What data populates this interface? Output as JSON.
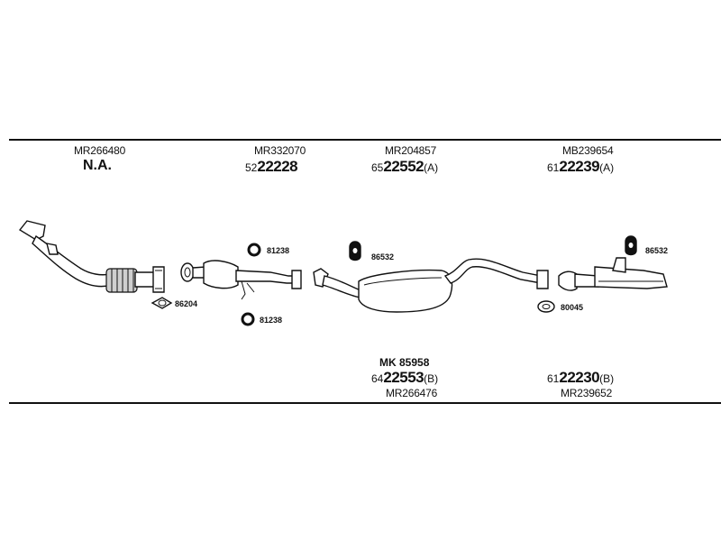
{
  "columns": [
    {
      "oe": "MR266480",
      "label": "N.A.",
      "prefix": "",
      "bold": "",
      "suffix": ""
    },
    {
      "oe": "MR332070",
      "label": "",
      "prefix": "52",
      "bold": "22228",
      "suffix": ""
    },
    {
      "oe": "MR204857",
      "label": "",
      "prefix": "65",
      "bold": "22552",
      "suffix": "(A)"
    },
    {
      "oe": "MB239654",
      "label": "",
      "prefix": "61",
      "bold": "22239",
      "suffix": "(A)"
    }
  ],
  "bottom": [
    {
      "mk": "MK 85958",
      "prefix": "64",
      "bold": "22553",
      "suffix": "(B)",
      "oe": "MR266476"
    },
    {
      "mk": "",
      "prefix": "61",
      "bold": "22230",
      "suffix": "(B)",
      "oe": "MR239652"
    }
  ],
  "refs": {
    "r1": "86204",
    "r2": "81238",
    "r3": "81238",
    "r4": "86532",
    "r5": "80045",
    "r6": "86532"
  }
}
